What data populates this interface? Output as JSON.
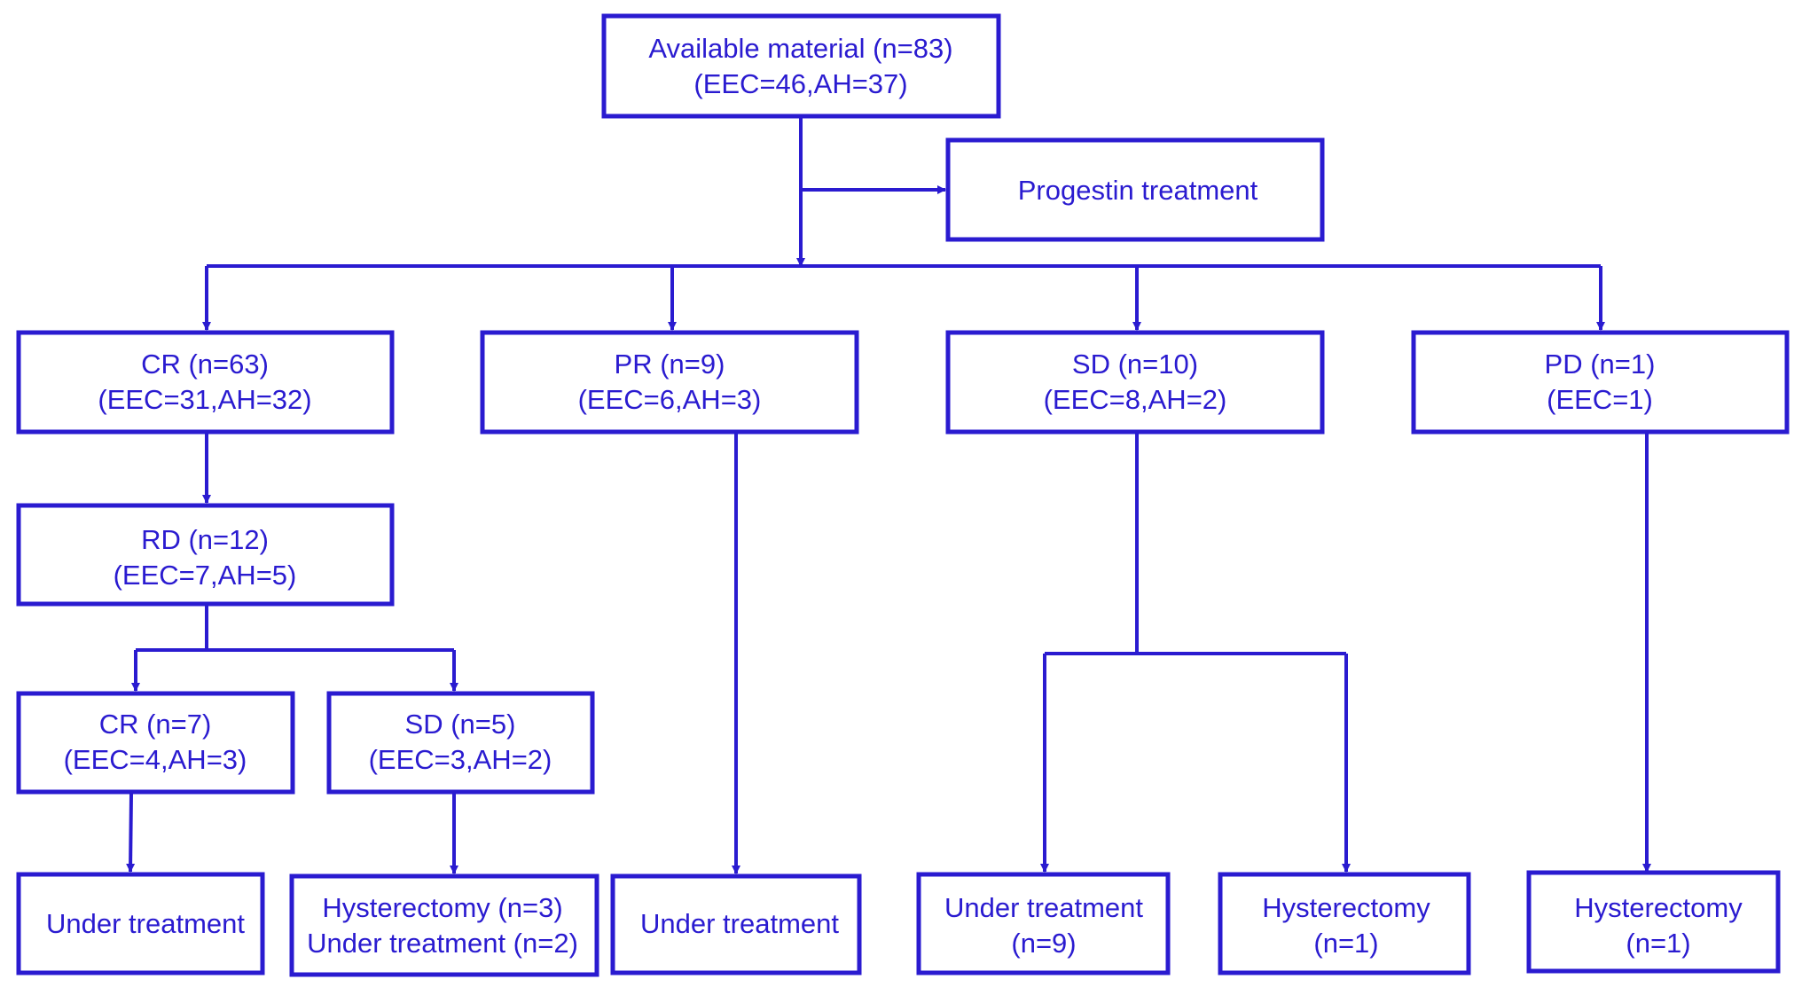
{
  "colors": {
    "stroke": "#2a1bd0",
    "text": "#2a1bd0",
    "background": "#ffffff"
  },
  "nodes": {
    "available": {
      "line1": "Available material (n=83)",
      "line2": "(EEC=46,AH=37)"
    },
    "progestin": {
      "line1": "Progestin treatment"
    },
    "cr": {
      "line1": "CR (n=63)",
      "line2": "(EEC=31,AH=32)"
    },
    "pr": {
      "line1": "PR (n=9)",
      "line2": "(EEC=6,AH=3)"
    },
    "sd": {
      "line1": "SD (n=10)",
      "line2": "(EEC=8,AH=2)"
    },
    "pd": {
      "line1": "PD (n=1)",
      "line2": "(EEC=1)"
    },
    "rd": {
      "line1": "RD (n=12)",
      "line2": "(EEC=7,AH=5)"
    },
    "cr2": {
      "line1": "CR (n=7)",
      "line2": "(EEC=4,AH=3)"
    },
    "sd2": {
      "line1": "SD (n=5)",
      "line2": "(EEC=3,AH=2)"
    },
    "out_cr2": {
      "line1": "Under treatment"
    },
    "out_sd2": {
      "line1": "Hysterectomy (n=3)",
      "line2": "Under treatment (n=2)"
    },
    "out_pr": {
      "line1": "Under treatment"
    },
    "out_sd_a": {
      "line1": "Under treatment",
      "line2": "(n=9)"
    },
    "out_sd_b": {
      "line1": "Hysterectomy",
      "line2": "(n=1)"
    },
    "out_pd": {
      "line1": "Hysterectomy",
      "line2": "(n=1)"
    }
  }
}
